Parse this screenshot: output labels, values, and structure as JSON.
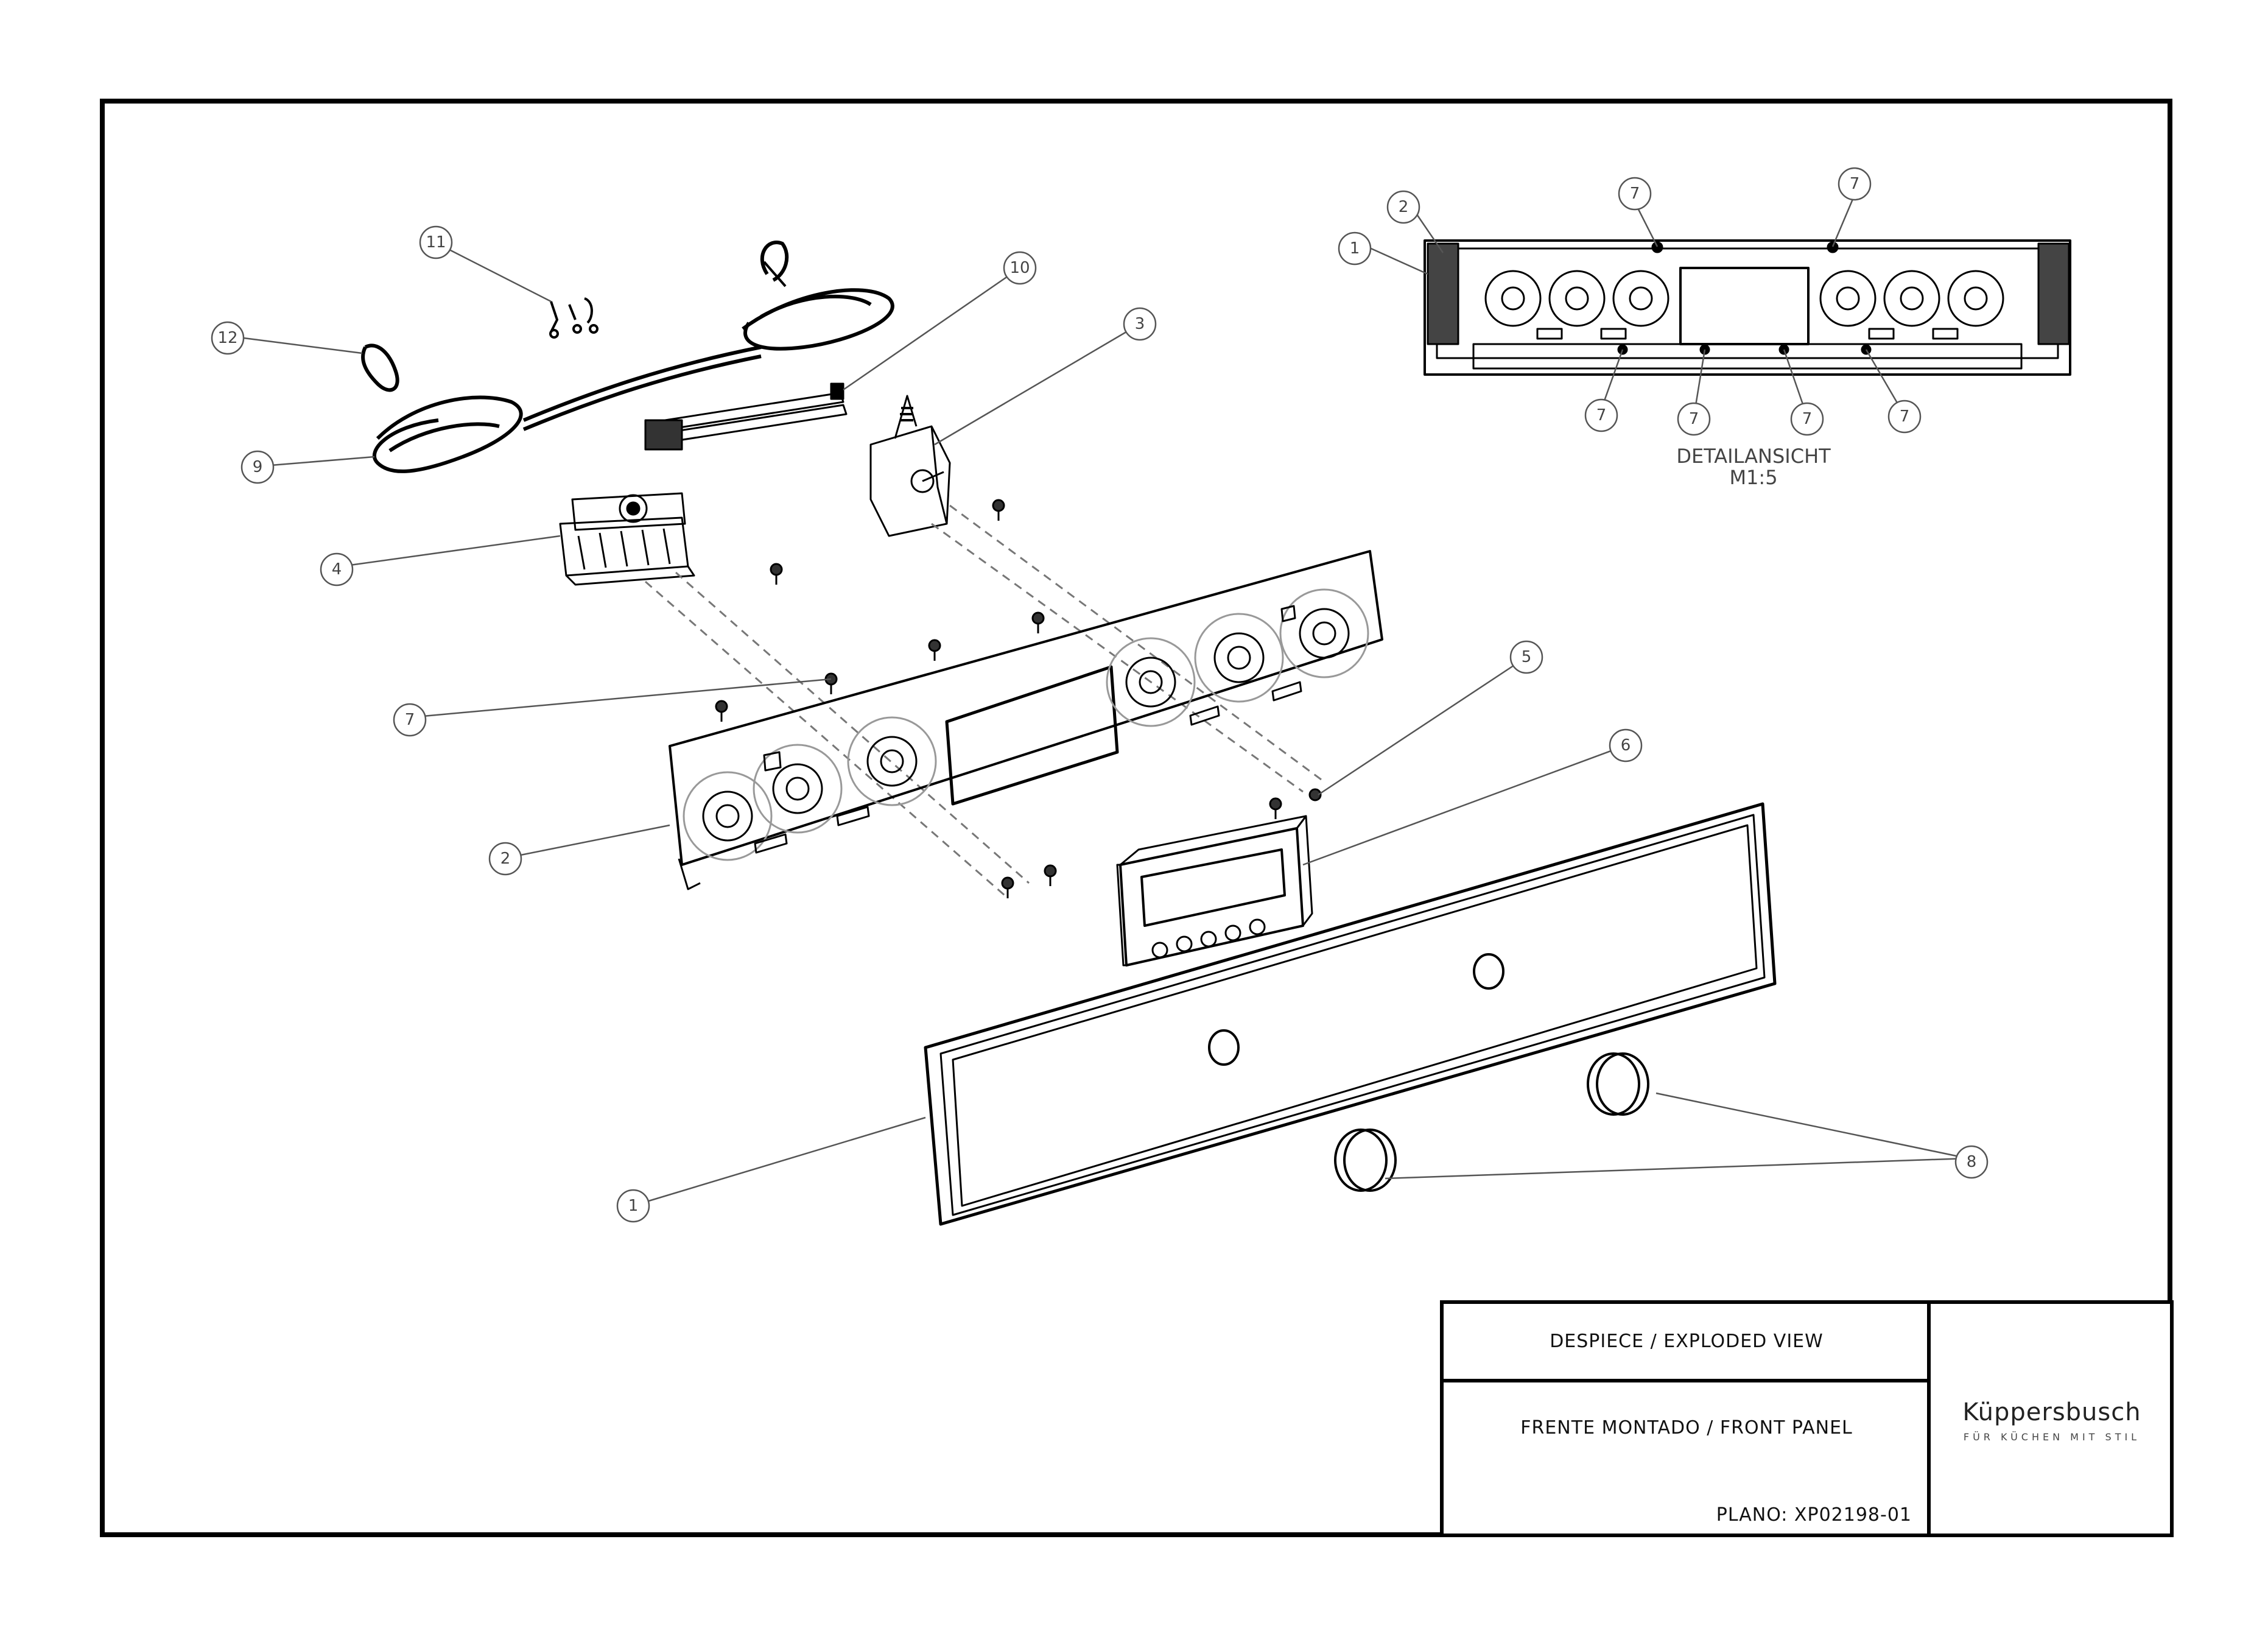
{
  "title_block": {
    "title": "DESPIECE / EXPLODED VIEW",
    "subtitle": "FRENTE MONTADO / FRONT PANEL",
    "plano": "PLANO:  XP02198-01"
  },
  "brand": {
    "name": "Küppersbusch",
    "tagline": "FÜR KÜCHEN MIT STIL"
  },
  "detail_view": {
    "label": "DETAILANSICHT",
    "scale": "M1:5"
  },
  "callouts": {
    "c1_main": "1",
    "c2_main": "2",
    "c3": "3",
    "c4": "4",
    "c5": "5",
    "c6": "6",
    "c7_main": "7",
    "c8": "8",
    "c9": "9",
    "c10": "10",
    "c11": "11",
    "c12": "12",
    "d1": "1",
    "d2": "2",
    "d7_top_a": "7",
    "d7_top_b": "7",
    "d7_bot_a": "7",
    "d7_bot_b": "7",
    "d7_bot_c": "7",
    "d7_bot_d": "7"
  }
}
